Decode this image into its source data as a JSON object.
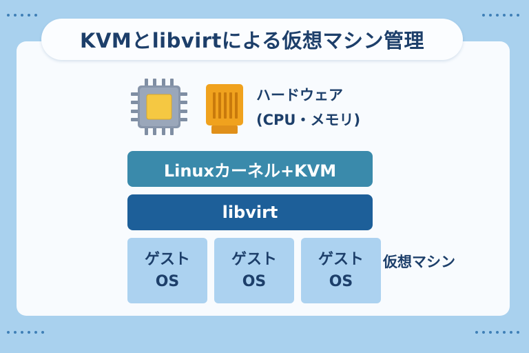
{
  "title": "KVMとlibvirtによる仮想マシン管理",
  "hardware": {
    "line1": "ハードウェア",
    "line2": "(CPU・メモリ)"
  },
  "layers": {
    "kernel": "Linuxカーネル+KVM",
    "libvirt": "libvirt"
  },
  "guests": [
    {
      "line1": "ゲスト",
      "line2": "OS"
    },
    {
      "line1": "ゲスト",
      "line2": "OS"
    },
    {
      "line1": "ゲスト",
      "line2": "OS"
    }
  ],
  "vm_label": "仮想マシン",
  "icons": [
    "cpu-chip-icon",
    "memory-module-icon"
  ],
  "colors": {
    "background": "#a9d1ee",
    "title_text": "#1d3f6a",
    "kernel_layer": "#3a8aab",
    "libvirt_layer": "#1d5f99",
    "guest_box": "#acd2f0",
    "cpu_core": "#f5c842",
    "memory": "#f0a21e"
  }
}
